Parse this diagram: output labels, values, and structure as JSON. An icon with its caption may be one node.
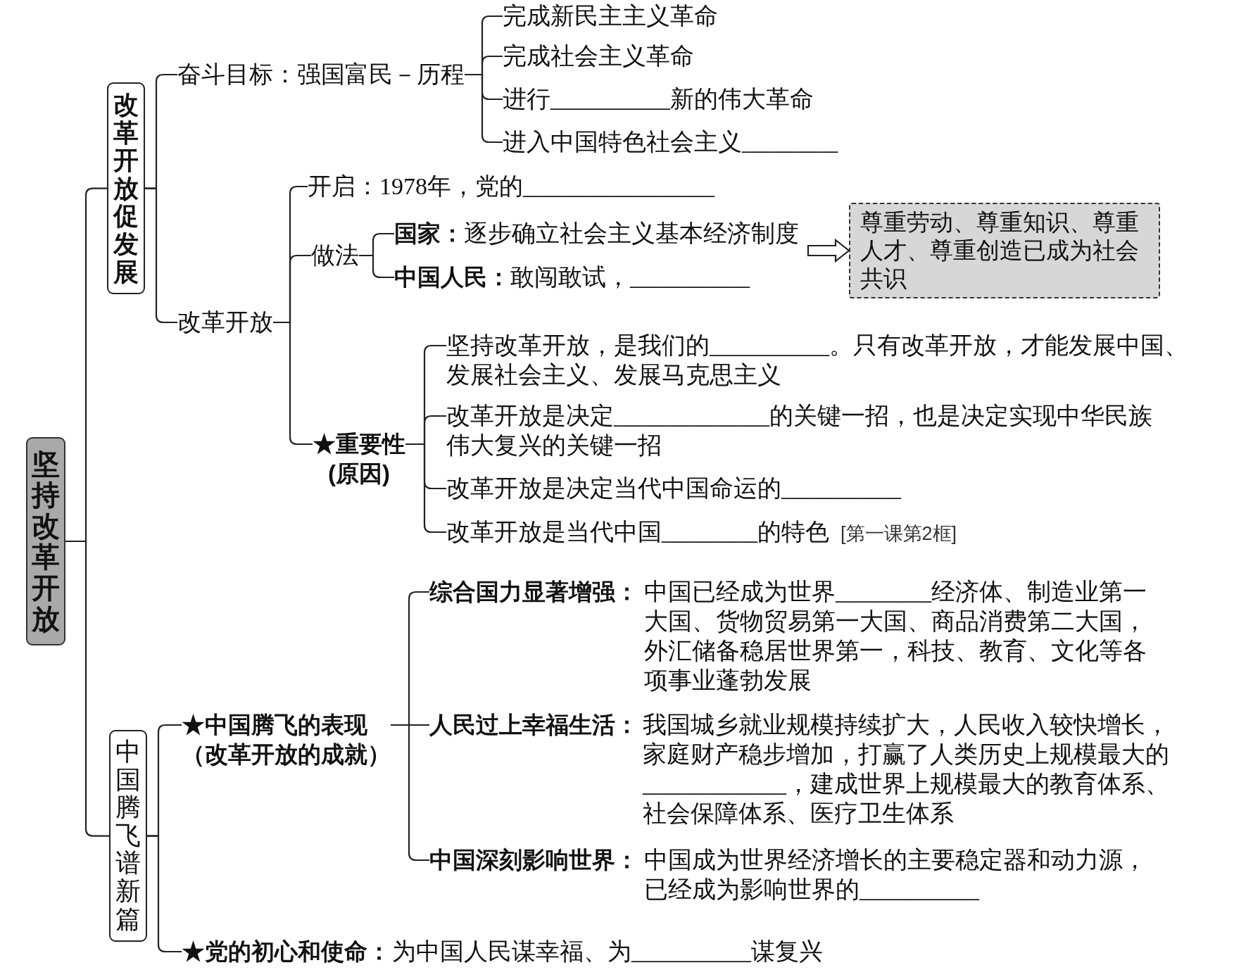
{
  "diagram": {
    "nodes": [
      {
        "text": [
          "坚持改革开放"
        ]
      },
      {
        "text": [
          "改革开放促发展"
        ]
      },
      {
        "text": [
          "奋斗目标：强国富民－历程"
        ]
      },
      {
        "text": [
          "完成新民主主义革命"
        ]
      },
      {
        "text": [
          "完成社会主义革命"
        ]
      },
      {
        "text": [
          "进行__________新的伟大革命"
        ]
      },
      {
        "text": [
          "进入中国特色社会主义________"
        ]
      },
      {
        "text": [
          "改革开放"
        ]
      },
      {
        "text": [
          "开启：1978年，党的________________"
        ]
      },
      {
        "text": [
          "做法"
        ]
      },
      {
        "text": [
          "国家：",
          "逐步确立社会主义基本经济制度"
        ]
      },
      {
        "text": [
          "中国人民：",
          "敢闯敢试，__________"
        ]
      },
      {
        "text": [
          "尊重劳动、尊重知识、尊重人才、尊重创造已成为社会共识"
        ]
      },
      {
        "text": [
          "★重要性",
          "(原因)"
        ]
      },
      {
        "text": [
          "坚持改革开放，是我们的__________。只有改革开放，才能发展中国、发展社会主义、发展马克思主义"
        ]
      },
      {
        "text": [
          "改革开放是决定_____________的关键一招，也是决定实现中华民族伟大复兴的关键一招"
        ]
      },
      {
        "text": [
          "改革开放是决定当代中国命运的__________"
        ]
      },
      {
        "text": [
          "改革开放是当代中国________的特色"
        ],
        "beside": [
          "[第一课第2框]"
        ]
      },
      {
        "text": [
          "中国腾飞谱新篇"
        ]
      },
      {
        "text": [
          "★中国腾飞的表现",
          "（改革开放的成就）"
        ]
      },
      {
        "text": [
          "综合国力显著增强：",
          "中国已经成为世界________经济体、制造业第一大国、货物贸易第一大国、商品消费第二大国，外汇储备稳居世界第一，科技、教育、文化等各项事业蓬勃发展"
        ]
      },
      {
        "text": [
          "人民过上幸福生活：",
          "我国城乡就业规模持续扩大，人民收入较快增长，家庭财产稳步增加，打赢了人类历史上规模最大的____________，建成世界上规模最大的教育体系、社会保障体系、医疗卫生体系"
        ]
      },
      {
        "text": [
          "中国深刻影响世界：",
          "中国成为世界经济增长的主要稳定器和动力源，已经成为影响世界的__________"
        ]
      },
      {
        "text": [
          "★党的初心和使命：",
          "为中国人民谋幸福、为__________谋复兴"
        ]
      }
    ],
    "edges": [
      {
        "from": 0,
        "to": 1,
        "arrow": "none"
      },
      {
        "from": 0,
        "to": 18,
        "arrow": "none"
      },
      {
        "from": 1,
        "to": 2,
        "arrow": "none"
      },
      {
        "from": 1,
        "to": 7,
        "arrow": "none"
      },
      {
        "from": 2,
        "to": 3,
        "arrow": "none"
      },
      {
        "from": 2,
        "to": 4,
        "arrow": "none"
      },
      {
        "from": 2,
        "to": 5,
        "arrow": "none"
      },
      {
        "from": 2,
        "to": 6,
        "arrow": "none"
      },
      {
        "from": 7,
        "to": 8,
        "arrow": "none"
      },
      {
        "from": 7,
        "to": 9,
        "arrow": "none"
      },
      {
        "from": 7,
        "to": 13,
        "arrow": "none"
      },
      {
        "from": 9,
        "to": 10,
        "arrow": "none"
      },
      {
        "from": 9,
        "to": 11,
        "arrow": "none"
      },
      {
        "from": null,
        "to": 12,
        "arrow": "to",
        "style": "thick"
      },
      {
        "from": 13,
        "to": 14,
        "arrow": "none"
      },
      {
        "from": 13,
        "to": 15,
        "arrow": "none"
      },
      {
        "from": 13,
        "to": 16,
        "arrow": "none"
      },
      {
        "from": 13,
        "to": 17,
        "arrow": "none"
      },
      {
        "from": 18,
        "to": 19,
        "arrow": "none"
      },
      {
        "from": 18,
        "to": 23,
        "arrow": "none"
      },
      {
        "from": 19,
        "to": 20,
        "arrow": "none"
      },
      {
        "from": 19,
        "to": 21,
        "arrow": "none"
      },
      {
        "from": 19,
        "to": 22,
        "arrow": "none"
      }
    ]
  }
}
